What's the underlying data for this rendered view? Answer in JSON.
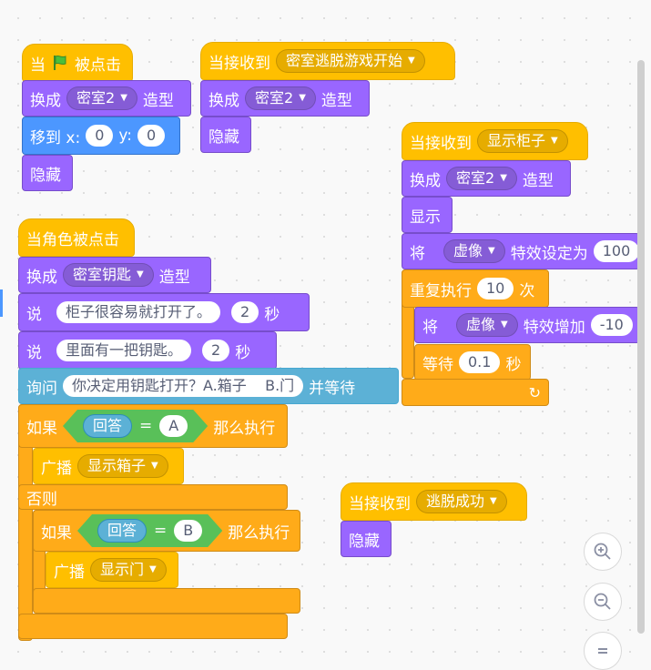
{
  "colors": {
    "events": "#ffbf00",
    "looks": "#9966ff",
    "motion": "#4c97ff",
    "sensing": "#5cb1d6",
    "control": "#ffab19",
    "operators": "#59c059"
  },
  "script1": {
    "hat_prefix": "当",
    "hat_suffix": "被点击",
    "flag_icon": "green-flag-icon",
    "switch_label": "换成",
    "costume": "密室2",
    "costume_suffix": "造型",
    "goto_label": "移到 x:",
    "goto_x": "0",
    "goto_y_label": "y:",
    "goto_y": "0",
    "hide": "隐藏"
  },
  "script2": {
    "hat_label": "当接收到",
    "message": "密室逃脱游戏开始",
    "switch_label": "换成",
    "costume": "密室2",
    "costume_suffix": "造型",
    "hide": "隐藏"
  },
  "script3": {
    "hat_label": "当接收到",
    "message": "显示柜子",
    "switch_label": "换成",
    "costume": "密室2",
    "costume_suffix": "造型",
    "show": "显示",
    "set_label": "将",
    "effect": "虚像",
    "set_suffix": "特效设定为",
    "set_value": "100",
    "repeat_label": "重复执行",
    "repeat_count": "10",
    "repeat_suffix": "次",
    "change_label": "将",
    "change_effect": "虚像",
    "change_suffix": "特效增加",
    "change_value": "-10",
    "wait_label": "等待",
    "wait_value": "0.1",
    "wait_suffix": "秒"
  },
  "script4": {
    "hat_label": "当角色被点击",
    "switch_label": "换成",
    "costume": "密室钥匙",
    "costume_suffix": "造型",
    "say1_label": "说",
    "say1_text": "柜子很容易就打开了。",
    "say1_secs": "2",
    "say1_unit": "秒",
    "say2_label": "说",
    "say2_text": "里面有一把钥匙。",
    "say2_secs": "2",
    "say2_unit": "秒",
    "ask_label": "询问",
    "ask_text": "你决定用钥匙打开？A.箱子    B.门",
    "ask_suffix": "并等待",
    "if_label": "如果",
    "answer": "回答",
    "eq": "=",
    "value_a": "A",
    "then": "那么执行",
    "broadcast_label": "广播",
    "broadcast_a": "显示箱子",
    "else_label": "否则",
    "if2_label": "如果",
    "answer2": "回答",
    "eq2": "=",
    "value_b": "B",
    "then2": "那么执行",
    "broadcast2_label": "广播",
    "broadcast_b": "显示门"
  },
  "script5": {
    "hat_label": "当接收到",
    "message": "逃脱成功",
    "hide": "隐藏"
  },
  "zoom": {
    "in": "zoom-in-icon",
    "out": "zoom-out-icon",
    "reset": "zoom-reset-icon"
  }
}
